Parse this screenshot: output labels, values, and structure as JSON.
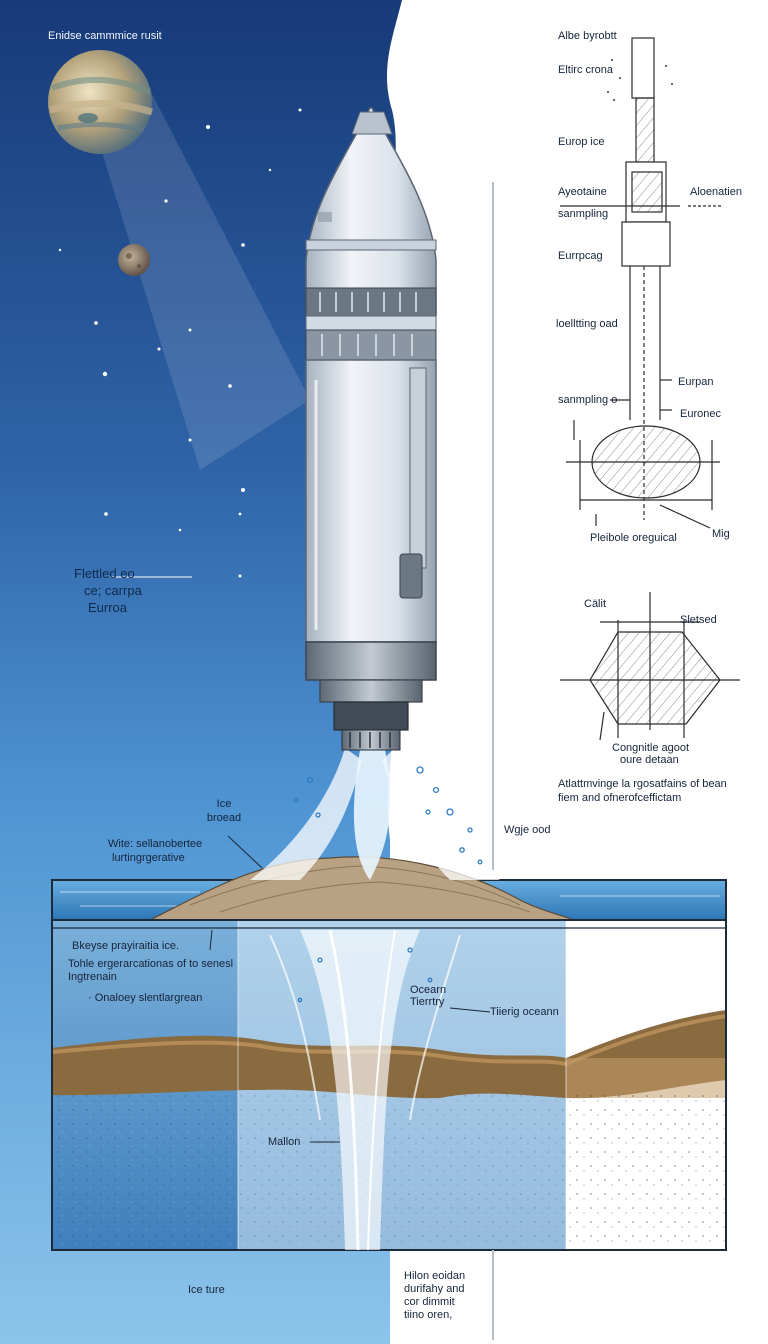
{
  "space_caption": "Enidse cammmice rusit",
  "left_caption": {
    "line1": "Flettled eo",
    "line2": "ce; carrpa",
    "line3": "Eurroa"
  },
  "surface_labels": {
    "ice_broad_1": "Ice",
    "ice_broad_2": "broead",
    "water_1": "Wite: sellanobertee",
    "water_2": "lurtingrgerative",
    "wje_ood": "Wgje ood"
  },
  "subsurface_labels": {
    "layer_1": "Bkeyse prayiraitia ice.",
    "layer_2a": "Tohle ergerarcationas of to senesl",
    "layer_2b": "Ingtrenain",
    "layer_3": "· Onaloey slentlargrean",
    "ocean_1": "Ocearn",
    "ocean_2": "Tierrtry",
    "tiring_ocean": "Tiierig oceann",
    "mallon": "Mallon"
  },
  "bottom_labels": {
    "ice_ture": "Ice ture",
    "note_1": "Hilon eoidan",
    "note_2": "durifahy and",
    "note_3": "cor dimmit",
    "note_4": "tiino oren,"
  },
  "schematic_top": {
    "label_1": "Albe byrobtt",
    "label_2": "Eltirc crona",
    "label_3": "Europ ice",
    "label_4a": "Ayeotaine",
    "label_4b": "sanmpling",
    "label_5": "Aloenatien",
    "label_6": "Eurrpcag",
    "label_7": "loelltting oad",
    "label_8": "sanmpling o",
    "label_9": "Eurpan",
    "label_10": "Euronec",
    "label_11": "Pleibole oreguical",
    "label_12": "Mig"
  },
  "schematic_bottom": {
    "label_1": "Cälit",
    "label_2": "Sletsed",
    "label_3a": "Congnitle agoot",
    "label_3b": "oure detaan",
    "caption_1": "Atlattmvinge la rgosatfains of bean",
    "caption_2": "fiem and ofnerofceffictam"
  },
  "colors": {
    "space_deep": "#173a78",
    "space_light": "#6aa9dc",
    "ocean_blue": "#3f8cc8",
    "ice_sand": "#b8a283",
    "soil_brown": "#8a6a3f",
    "probe_body": "#dfe5ec",
    "probe_metal": "#7d8792"
  },
  "icons": [
    "jupiter-planet-icon",
    "moon-planet-icon",
    "probe-icon"
  ]
}
